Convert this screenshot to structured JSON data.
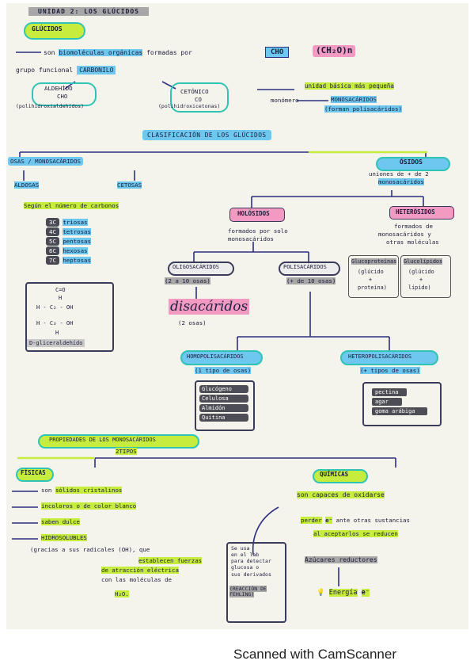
{
  "title": "UNIDAD 2: LOS GLÚCIDOS",
  "glucidos_badge": "GLÚCIDOS",
  "intro": {
    "arrow_text": "son",
    "biomolecules": "biomoléculas orgánicas",
    "formed_by": "formadas por",
    "cho": "CHO",
    "formula": "(CH₂O)n",
    "group_text": "grupo funcional",
    "carbonyl": "CARBONILO"
  },
  "aldehido": {
    "label": "ALDEHÍDO",
    "sub": "CHO",
    "note": "(polihidroxialdehídos)"
  },
  "cetonico": {
    "label": "CETÓNICO",
    "sub": "CO",
    "note": "(polihidroxicetonas)"
  },
  "unidad": {
    "text": "unidad básica más pequeña",
    "monomer": "monómero",
    "mono": "MONOSACÁRIDOS",
    "forman": "(forman polisacáridos)"
  },
  "clasificacion": "CLASIFICACIÓN DE LOS GLÚCIDOS",
  "osas": {
    "title": "OSAS / MONOSACÁRIDOS",
    "aldosas": "ALDOSAS",
    "cetosas": "CETOSAS",
    "segun": "Según el número de carbonos",
    "list": [
      {
        "n": "3C",
        "name": "triosas"
      },
      {
        "n": "4C",
        "name": "tetrosas"
      },
      {
        "n": "5C",
        "name": "pentosas"
      },
      {
        "n": "6C",
        "name": "hexosas"
      },
      {
        "n": "7C",
        "name": "heptosas"
      }
    ],
    "structure": [
      "C=O",
      "H",
      "H - C₂ - OH",
      "H - C₃ - OH",
      "H"
    ],
    "gliceraldehido": "D-gliceraldehído"
  },
  "osidos": {
    "title": "ÓSIDOS",
    "sub1": "uniones de + de 2",
    "sub2": "monosacáridos"
  },
  "holosidos": {
    "title": "HOLÓSIDOS",
    "sub1": "formados por solo",
    "sub2": "monosacáridos"
  },
  "heterosidos": {
    "title": "HETERÓSIDOS",
    "sub1": "formados de",
    "sub2": "monosacáridos y",
    "sub3": "otras moléculas",
    "gluco": "Glucoproteínas",
    "gluco_sub": "(glúcido",
    "gluco_sub2": "+",
    "gluco_sub3": "proteína)",
    "gluco2": "Glucolípidos",
    "gluco2_sub": "(glúcido",
    "gluco2_sub2": "+",
    "gluco2_sub3": "lípido)"
  },
  "oligo": {
    "title": "OLIGOSACÁRIDOS",
    "range": "(2 a 10 osas)"
  },
  "poli": {
    "title": "POLISACÁRIDOS",
    "range": "(+ de 10 osas)"
  },
  "disacaridos": {
    "title": "disacáridos",
    "sub": "(2 osas)"
  },
  "homo": {
    "title": "HOMOPOLISACÁRIDOS",
    "sub": "(1 tipo de osas)",
    "items": [
      "Glucógeno",
      "Celulosa",
      "Almidón",
      "Quitina"
    ]
  },
  "hetero": {
    "title": "HETEROPOLISACÁRIDOS",
    "sub": "(+ tipos de osas)",
    "items": [
      "pectina",
      "agar",
      "goma arábiga"
    ]
  },
  "propiedades": {
    "title": "PROPIEDADES DE LOS MONOSACÁRIDOS",
    "tipos": "2TIPOS"
  },
  "fisicas": {
    "title": "FÍSICAS",
    "items": [
      {
        "a": "son",
        "b": "sólidos cristalinos"
      },
      {
        "a": "",
        "b": "incoloros o de color blanco"
      },
      {
        "a": "",
        "b": "saben dulce"
      },
      {
        "a": "",
        "b": "HIDROSOLUBLES"
      }
    ],
    "gracias": "(gracias a sus radicales (OH), que",
    "establecen": "establecen fuerzas",
    "atraccion": "de atracción eléctrica",
    "con": "con las moléculas de",
    "h2o": "H₂O."
  },
  "quimicas": {
    "title": "QUÍMICAS",
    "capaces": "son capaces de oxidarse",
    "perder": "perder",
    "e": "e⁻",
    "ante": "ante otras sustancias",
    "al": "al aceptarlos se reducen",
    "azucares": "Azúcares reductores",
    "energia": "Energía",
    "note": [
      "Se usa",
      "en el lab",
      "para detectar",
      "glucosa o",
      "sus derivados"
    ],
    "fehling": "(REACCIÓN DE FEHLING)"
  },
  "footer": "Scanned with CamScanner"
}
